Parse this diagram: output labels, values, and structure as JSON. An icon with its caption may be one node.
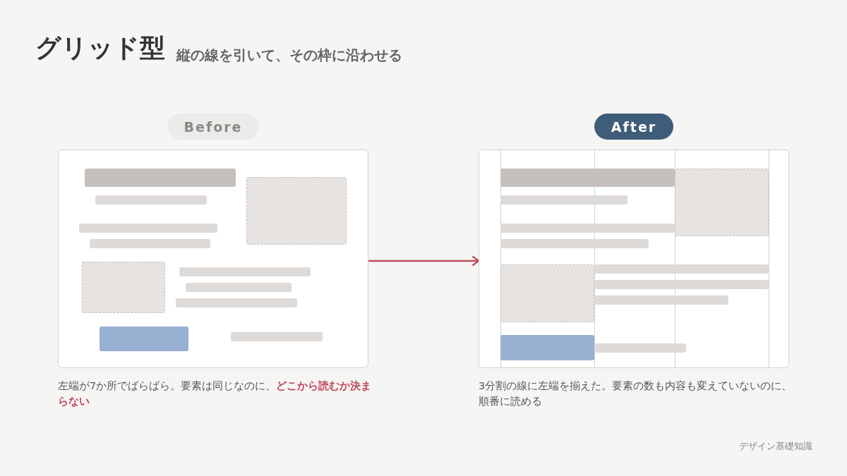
{
  "diagram": {
    "title": "グリッド型",
    "nodes": [
      {
        "text": [
          "Before"
        ]
      },
      {
        "text": [],
        "shape": "box",
        "beside": [
          "左端が7か所でばらばら。要素は同じなのに、**どこから読むか決まらない**"
        ]
      },
      {
        "text": [
          "After"
        ]
      },
      {
        "text": [],
        "shape": "box",
        "beside": [
          "3分割の線に左端を揃えた。要素の数も内容も変えていないのに、順番に読める"
        ]
      }
    ],
    "edges": [
      {
        "from": 1,
        "to": 3,
        "arrow": "to"
      }
    ],
    "labels": [
      "縦の線を引いて、その枠に沿わせる",
      "デザイン基礎知識"
    ]
  }
}
